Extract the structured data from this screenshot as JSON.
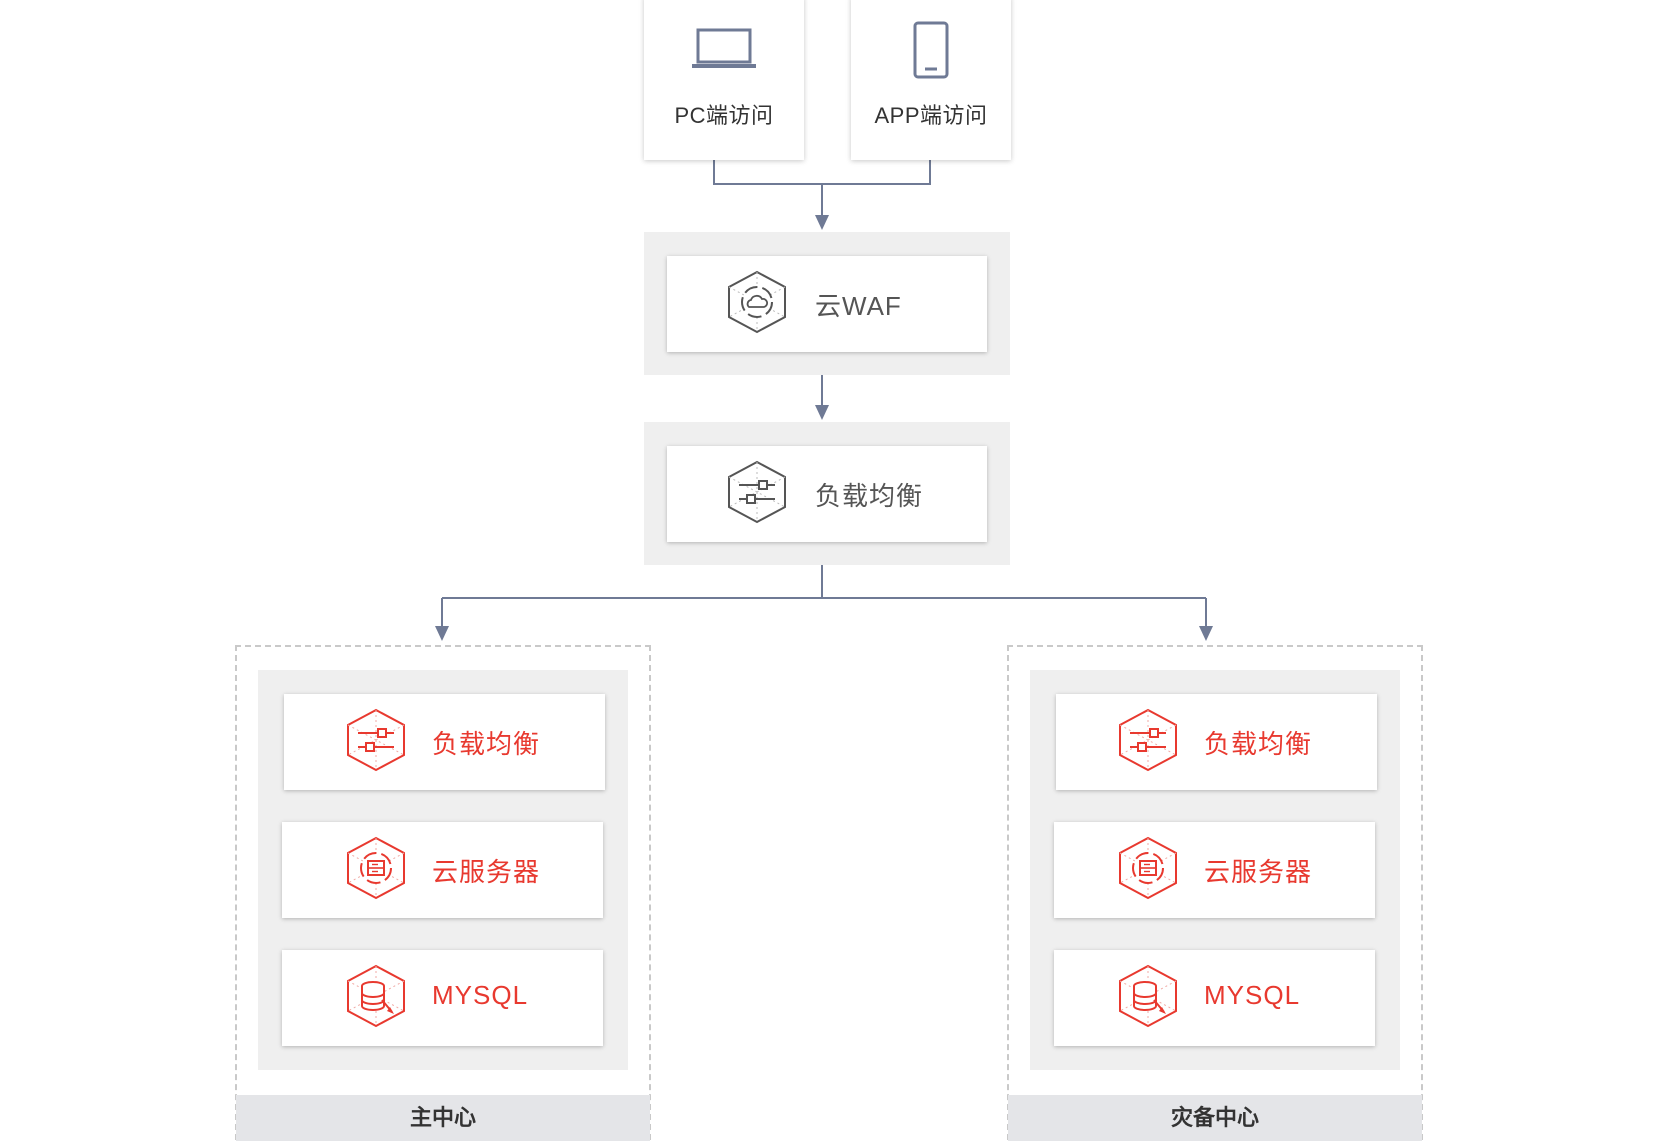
{
  "clients": [
    {
      "label": "PC端访问",
      "icon": "laptop-icon"
    },
    {
      "label": "APP端访问",
      "icon": "mobile-phone-icon"
    }
  ],
  "gateway": {
    "waf": {
      "label": "云WAF",
      "icon": "cloud-waf-icon"
    },
    "lb": {
      "label": "负载均衡",
      "icon": "load-balancer-icon"
    }
  },
  "centers": [
    {
      "name": "主中心",
      "nodes": [
        {
          "label": "负载均衡",
          "icon": "load-balancer-icon"
        },
        {
          "label": "云服务器",
          "icon": "cloud-server-icon"
        },
        {
          "label": "MYSQL",
          "icon": "database-icon"
        }
      ]
    },
    {
      "name": "灾备中心",
      "nodes": [
        {
          "label": "负载均衡",
          "icon": "load-balancer-icon"
        },
        {
          "label": "云服务器",
          "icon": "cloud-server-icon"
        },
        {
          "label": "MYSQL",
          "icon": "database-icon"
        }
      ]
    }
  ],
  "colors": {
    "accent_red": "#e8392f",
    "icon_gray": "#555555",
    "connector": "#6f7a95",
    "panel_gray": "#efefef"
  }
}
